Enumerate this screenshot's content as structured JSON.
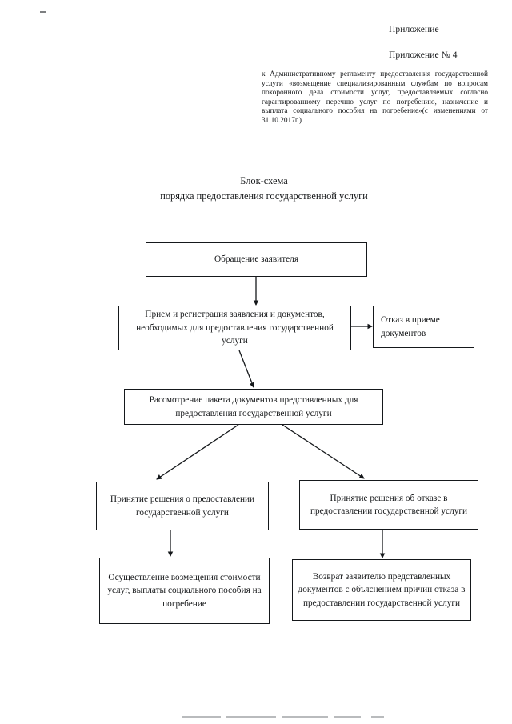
{
  "header": {
    "appendix_label": "Приложение",
    "appendix_number": "Приложение № 4",
    "reference_paragraph": "к Административному регламенту предоставления государственной услуги «возмещение специализированным службам по вопросам похоронного  дела стоимости услуг, предоставляемых согласно гарантированному перечню услуг по погребению, назначение и выплата социального пособия на погребение»(с изменениями от 31.10.2017г.)"
  },
  "title": {
    "line1": "Блок-схема",
    "line2": "порядка предоставления государственной услуги"
  },
  "flowchart": {
    "nodes": {
      "application": "Обращение заявителя",
      "reception": "Прием и регистрация заявления и документов, необходимых для предоставления государственной услуги",
      "refusal_of_acceptance": "Отказ в приеме документов",
      "review": "Рассмотрение пакета документов представленных для предоставления государственной услуги",
      "decision_positive": "Принятие решения  о предоставлении государственной услуги",
      "decision_negative": "Принятие решения  об отказе в предоставлении государственной услуги",
      "action_positive": "Осуществление возмещения стоимости услуг,  выплаты социального пособия на погребение",
      "action_negative": "Возврат заявителю представленных документов с объяснением причин отказа  в  предоставлении государственной услуги"
    }
  },
  "colors": {
    "ink": "#15181b",
    "page": "#ffffff",
    "artifact": "#7d7f81"
  }
}
